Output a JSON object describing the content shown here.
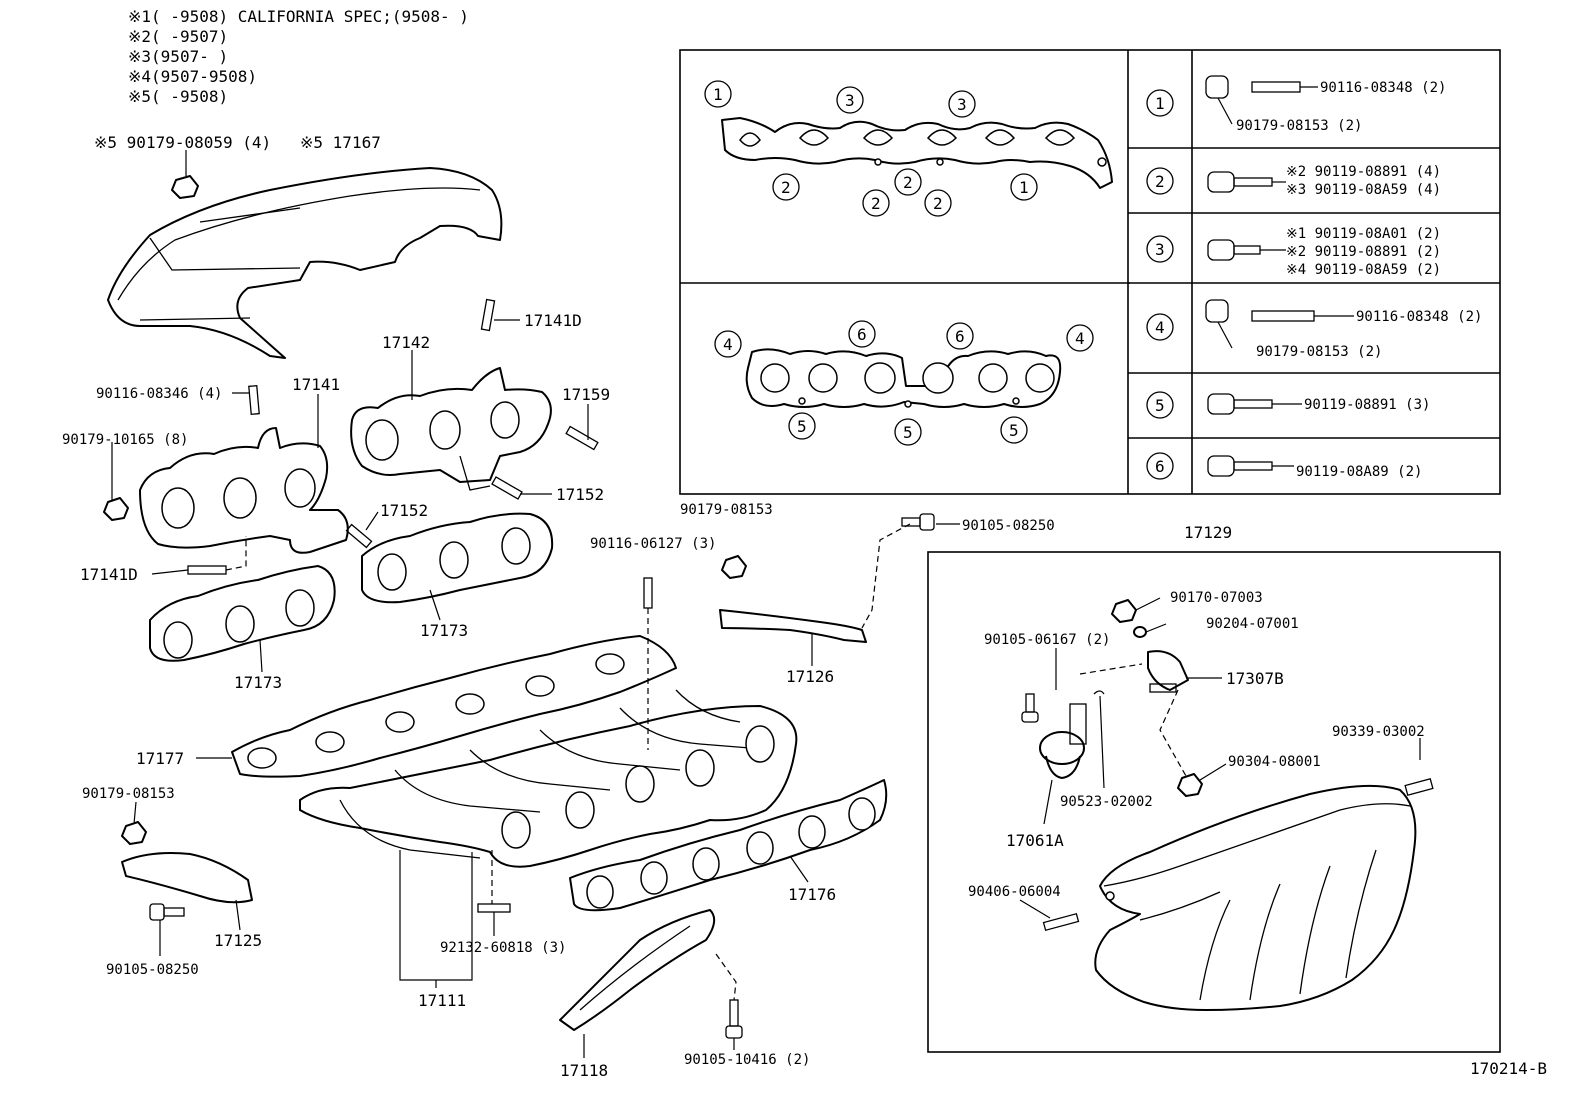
{
  "notes": [
    "※1(    -9508) CALIFORNIA SPEC;(9508-    )",
    "※2(    -9507)",
    "※3(9507-    )",
    "※4(9507-9508)",
    "※5(    -9508)"
  ],
  "callouts": {
    "n1": "1",
    "n2": "2",
    "n3": "3",
    "n4": "4",
    "n5": "5",
    "n6": "6"
  },
  "table_rows": [
    {
      "num": "1",
      "lines": [
        "90116-08348 (2)",
        "90179-08153 (2)"
      ]
    },
    {
      "num": "2",
      "lines": [
        "※2 90119-08891 (4)",
        "※3 90119-08A59 (4)"
      ]
    },
    {
      "num": "3",
      "lines": [
        "※1 90119-08A01 (2)",
        "※2 90119-08891 (2)",
        "※4 90119-08A59 (2)"
      ]
    },
    {
      "num": "4",
      "lines": [
        "90116-08348 (2)",
        "90179-08153 (2)"
      ]
    },
    {
      "num": "5",
      "lines": [
        "90119-08891 (3)"
      ]
    },
    {
      "num": "6",
      "lines": [
        "90119-08A89 (2)"
      ]
    }
  ],
  "labels": {
    "p_90179_08059": "※5 90179-08059 (4)",
    "p_17167": "※5 17167",
    "p_17141D_top": "17141D",
    "p_17142": "17142",
    "p_17141": "17141",
    "p_90116_08346": "90116-08346 (4)",
    "p_90179_10165": "90179-10165 (8)",
    "p_17159": "17159",
    "p_17152_right": "17152",
    "p_17152_left": "17152",
    "p_17141D_bottom": "17141D",
    "p_17173_right": "17173",
    "p_17173_left": "17173",
    "p_90179_08153_mid": "90179-08153",
    "p_90116_06127": "90116-06127 (3)",
    "p_90105_08250_top": "90105-08250",
    "p_17126": "17126",
    "p_17177": "17177",
    "p_90179_08153_left": "90179-08153",
    "p_17125": "17125",
    "p_90105_08250_left": "90105-08250",
    "p_92132_60818": "92132-60818 (3)",
    "p_17111": "17111",
    "p_17176": "17176",
    "p_17118": "17118",
    "p_90105_10416": "90105-10416 (2)",
    "p_17129": "17129",
    "p_90170_07003": "90170-07003",
    "p_90204_07001": "90204-07001",
    "p_90105_06167": "90105-06167 (2)",
    "p_17307B": "17307B",
    "p_90339_03002": "90339-03002",
    "p_90304_08001": "90304-08001",
    "p_90523_02002": "90523-02002",
    "p_17061A": "17061A",
    "p_90406_06004": "90406-06004",
    "p_ref": "170214-B"
  }
}
